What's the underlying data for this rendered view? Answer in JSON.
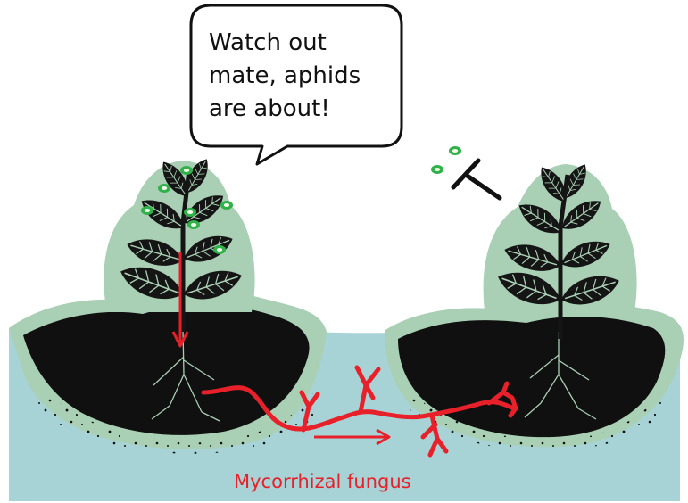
{
  "speech_bubble": {
    "lines": [
      "Watch out",
      "mate, aphids",
      "are about!"
    ]
  },
  "labels": {
    "fungus": "Mycorrhizal fungus"
  },
  "icons": {
    "aphid": "aphid-dot-icon",
    "inhibit": "inhibit-t-icon",
    "signal_arrow": "arrow-icon"
  },
  "colors": {
    "ground": "#a8d3d6",
    "soil": "#101010",
    "plant_halo": "#a9cfb4",
    "leaf": "#151515",
    "fungus": "#e8202a",
    "aphid": "#2fb24a",
    "bubble_border": "#111111"
  }
}
